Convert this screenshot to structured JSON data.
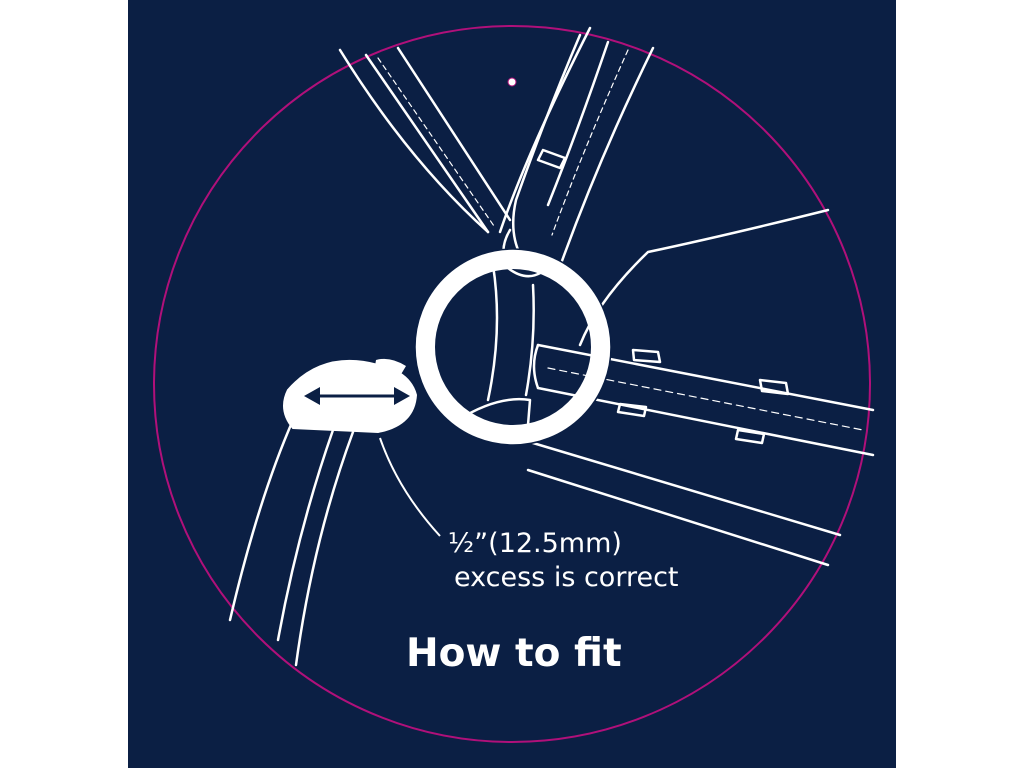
{
  "colors": {
    "background": "#0b1f44",
    "outline": "#ffffff",
    "circle_border": "#b0107a"
  },
  "labels": {
    "measurement_line1": "½”(12.5mm)",
    "measurement_line2": "excess is correct",
    "title": "How to fit"
  },
  "icons": {
    "measurement": "double-headed-arrow-icon"
  }
}
